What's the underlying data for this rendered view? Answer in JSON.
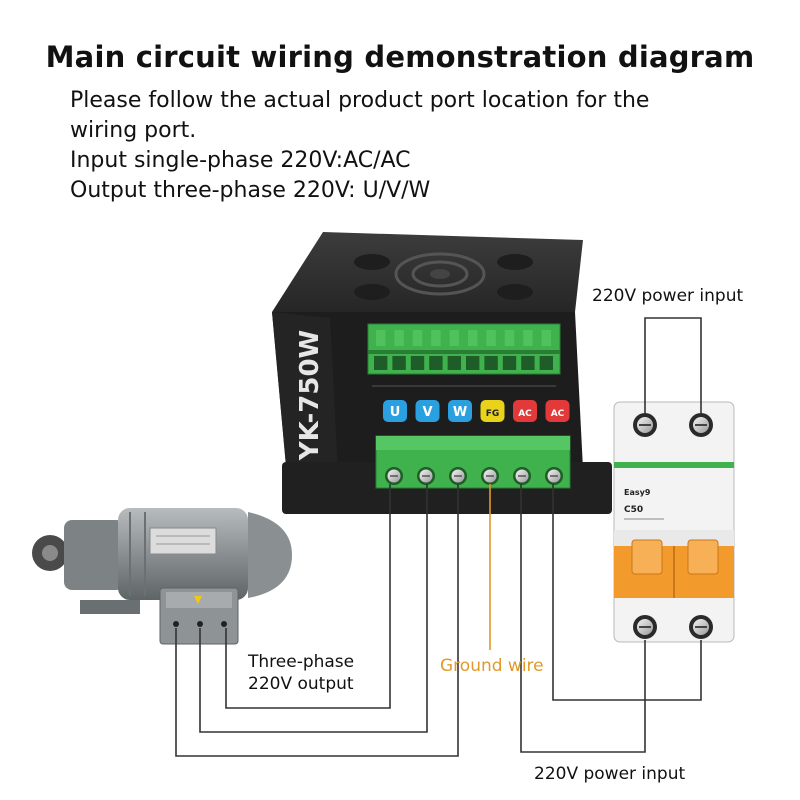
{
  "title": "Main circuit wiring demonstration diagram",
  "description": {
    "line1": "Please follow the actual product port location for the",
    "line2": "wiring port.",
    "line3": "Input single-phase 220V:AC/AC",
    "line4": "Output three-phase 220V: U/V/W"
  },
  "controller": {
    "model": "YK-750W",
    "ports": [
      "U",
      "V",
      "W",
      "FG",
      "AC",
      "AC"
    ],
    "terminal_count": 10
  },
  "breaker": {
    "brand": "Easy9",
    "rating": "C50"
  },
  "labels": {
    "power_input_top": "220V power input",
    "power_input_bottom": "220V power input",
    "output_line1": "Three-phase",
    "output_line2": "220V output",
    "ground_wire": "Ground wire"
  },
  "colors": {
    "port_blue": "#2aa0e0",
    "port_yellow": "#e8d21a",
    "port_red": "#e23a3a",
    "terminal_green": "#3fb24e",
    "breaker_orange": "#f39a2c",
    "ground_wire": "#e09a2a"
  }
}
